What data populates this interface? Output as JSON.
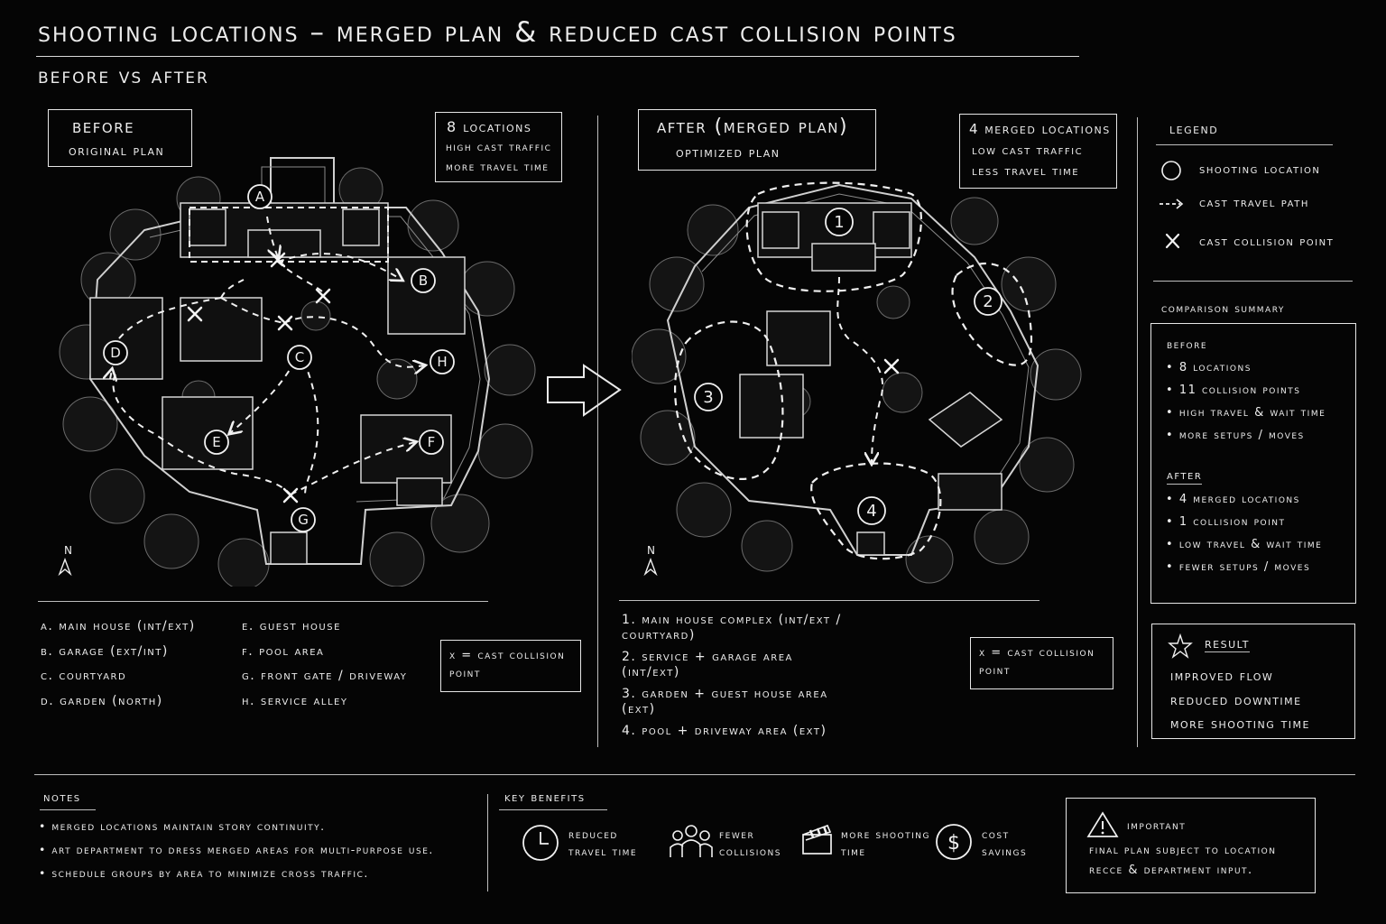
{
  "title": "Shooting Locations – Merged Plan & Reduced Cast Collision Points",
  "subtitle": "Before vs After",
  "before": {
    "heading": "Before",
    "subheading": "Original Plan",
    "stats": [
      "8 Locations",
      "High cast traffic",
      "More travel time"
    ],
    "markers": [
      "A",
      "B",
      "C",
      "D",
      "E",
      "F",
      "G",
      "H"
    ],
    "legend_items": [
      "A. Main House (INT/EXT)",
      "B. Garage (EXT/INT)",
      "C. Courtyard",
      "D. Garden (North)",
      "E. Guest House",
      "F. Pool Area",
      "G. Front Gate / Driveway",
      "H. Service Alley"
    ],
    "collision_note": "X = Cast Collision Point",
    "north": "N"
  },
  "after": {
    "heading": "After (Merged Plan)",
    "subheading": "Optimized Plan",
    "stats": [
      "4 Merged Locations",
      "Low cast traffic",
      "Less travel time"
    ],
    "markers": [
      "1",
      "2",
      "3",
      "4"
    ],
    "legend_items": [
      "1. Main House Complex (INT/EXT / Courtyard)",
      "2. Service + Garage Area (INT/EXT)",
      "3. Garden + Guest House Area (EXT)",
      "4. Pool + Driveway Area (EXT)"
    ],
    "collision_note": "X = Cast Collision Point",
    "north": "N"
  },
  "legend": {
    "title": "Legend",
    "items": [
      {
        "icon": "circle-icon",
        "label": "Shooting Location"
      },
      {
        "icon": "dashed-arrow-icon",
        "label": "Cast Travel Path"
      },
      {
        "icon": "x-mark-icon",
        "label": "Cast Collision Point"
      }
    ]
  },
  "comparison": {
    "title": "Comparison Summary",
    "before_label": "Before",
    "before_items": [
      "8 Locations",
      "11 Collision Points",
      "High Travel & Wait Time",
      "More Setups / Moves"
    ],
    "after_label": "After",
    "after_items": [
      "4 Merged Locations",
      "1 Collision Point",
      "Low Travel & Wait Time",
      "Fewer Setups / Moves"
    ]
  },
  "result": {
    "title": "Result",
    "items": [
      "Improved Flow",
      "Reduced Downtime",
      "More Shooting Time"
    ]
  },
  "notes": {
    "title": "Notes",
    "items": [
      "Merged locations maintain story continuity.",
      "Art department to dress merged areas for multi-purpose use.",
      "Schedule groups by area to minimize cross traffic."
    ]
  },
  "benefits": {
    "title": "Key Benefits",
    "items": [
      {
        "icon": "clock-icon",
        "label": "Reduced Travel Time"
      },
      {
        "icon": "people-icon",
        "label": "Fewer Collisions"
      },
      {
        "icon": "clapperboard-icon",
        "label": "More Shooting Time"
      },
      {
        "icon": "dollar-icon",
        "label": "Cost Savings"
      }
    ]
  },
  "important": {
    "title": "Important",
    "text": "Final plan subject to location recce & department input."
  },
  "colors": {
    "background": "#050505",
    "ink": "#ececec"
  }
}
